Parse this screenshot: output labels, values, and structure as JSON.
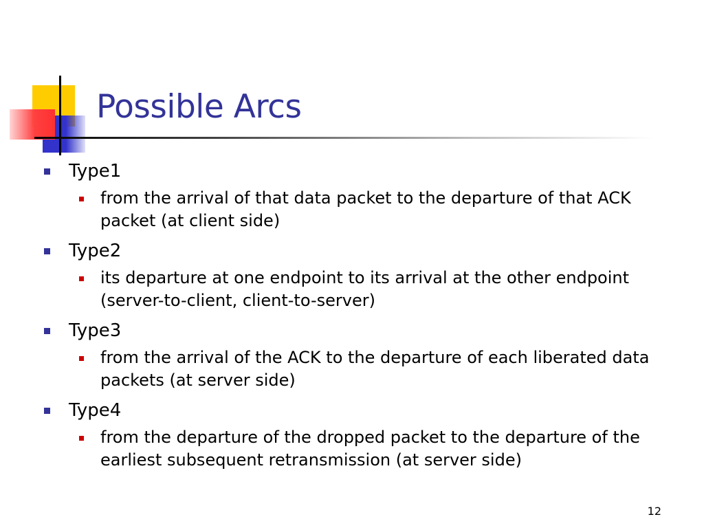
{
  "slide": {
    "title": "Possible Arcs",
    "page_number": "12",
    "colors": {
      "title": "#333399",
      "level1_bullet": "#333399",
      "level2_bullet": "#cc0000",
      "deco_yellow": "#ffcc00",
      "deco_blue": "#3333cc",
      "deco_red": "#ff4040"
    },
    "items": [
      {
        "label": "Type1",
        "sub": "from the arrival of that data packet to the departure of that ACK packet (at client side)"
      },
      {
        "label": "Type2",
        "sub": "its departure at one endpoint to its arrival at the other endpoint (server-to-client, client-to-server)"
      },
      {
        "label": "Type3",
        "sub": "from the arrival of the ACK to the departure of each liberated data packets (at server side)"
      },
      {
        "label": "Type4",
        "sub": "from the departure of the dropped packet to the departure of the earliest subsequent retransmission (at server side)"
      }
    ]
  }
}
